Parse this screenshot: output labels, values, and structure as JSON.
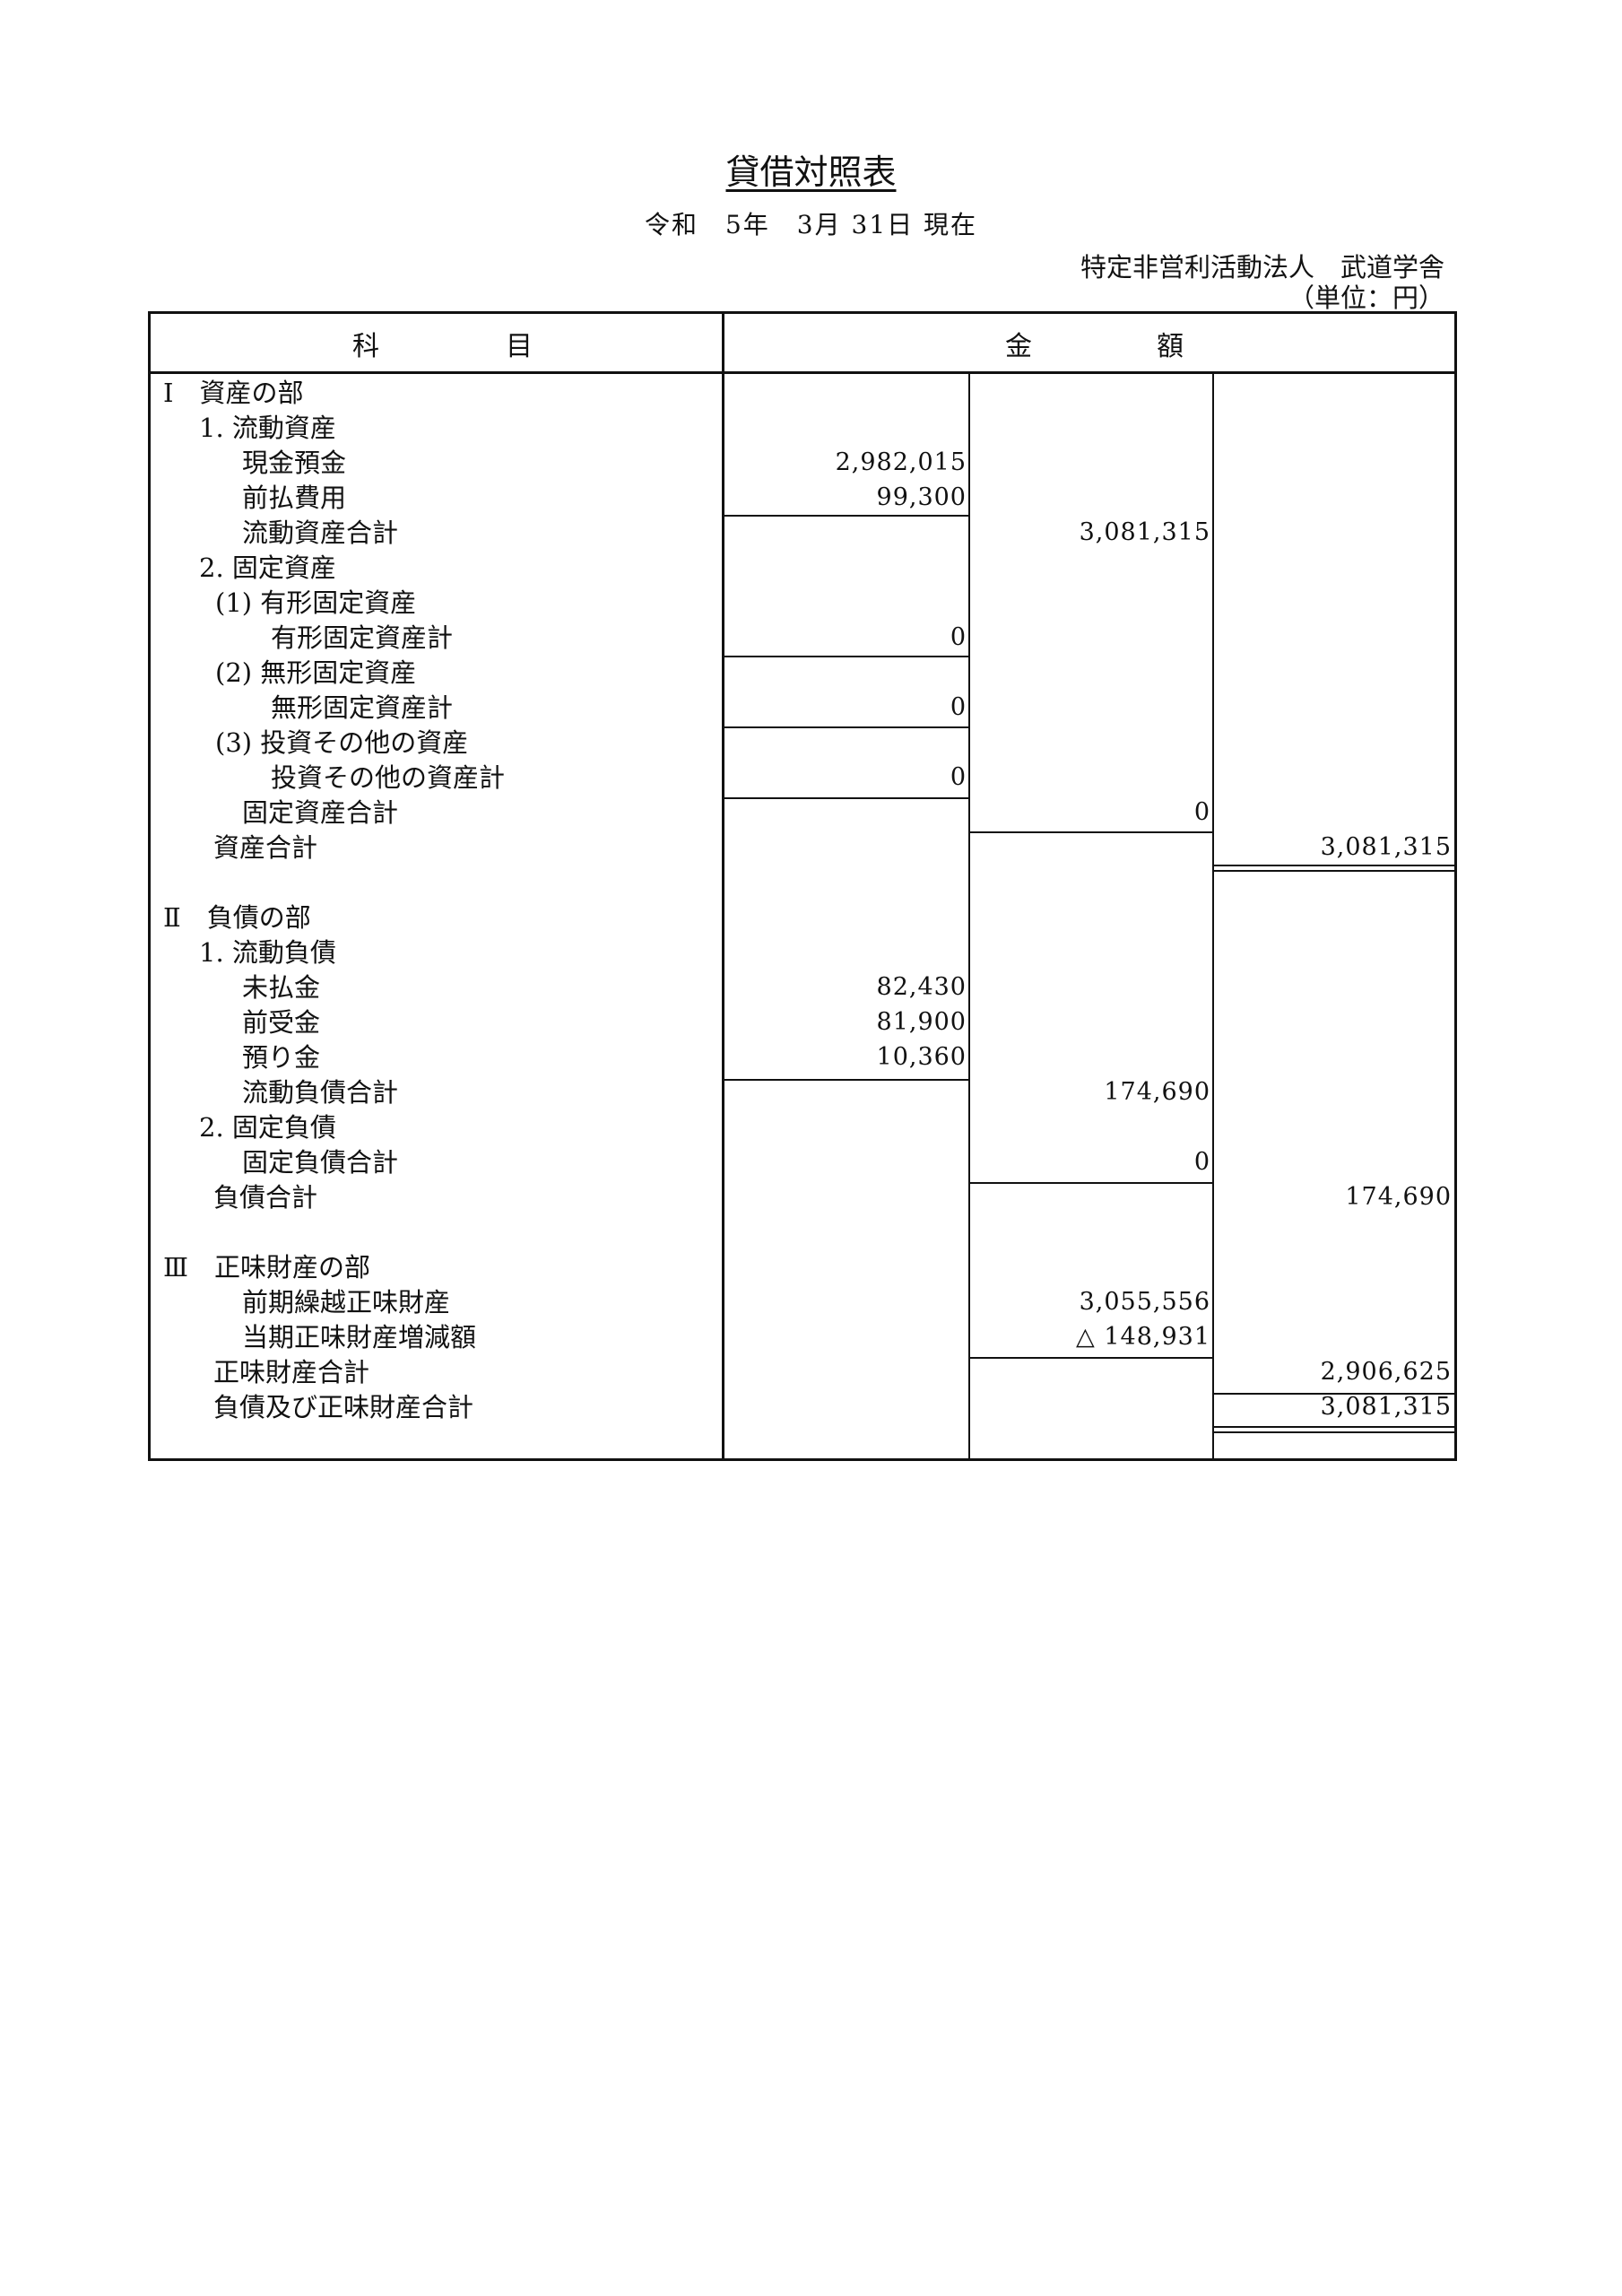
{
  "document": {
    "title": "貸借対照表",
    "date": "令和　5年　3月 31日 現在",
    "organization": "特定非営利活動法人　武道学舎",
    "unit": "（単位：円）"
  },
  "table": {
    "header": {
      "subject_a": "科",
      "subject_b": "目",
      "amount_a": "金",
      "amount_b": "額"
    },
    "rows": [
      {
        "label": "Ⅰ　資産の部"
      },
      {
        "label": "1.  流動資産"
      },
      {
        "label": "現金預金",
        "c1": "2,982,015"
      },
      {
        "label": "前払費用",
        "c1": "99,300"
      },
      {
        "label": "流動資産合計",
        "c2": "3,081,315"
      },
      {
        "label": "2.  固定資産"
      },
      {
        "label": "(1)  有形固定資産"
      },
      {
        "label": "有形固定資産計",
        "c1": "0"
      },
      {
        "label": "(2)  無形固定資産"
      },
      {
        "label": "無形固定資産計",
        "c1": "0"
      },
      {
        "label": "(3)  投資その他の資産"
      },
      {
        "label": "投資その他の資産計",
        "c1": "0"
      },
      {
        "label": "固定資産合計",
        "c2": "0"
      },
      {
        "label": "資産合計",
        "c3": "3,081,315"
      },
      {
        "label": ""
      },
      {
        "label": "Ⅱ　負債の部"
      },
      {
        "label": "1.  流動負債"
      },
      {
        "label": "未払金",
        "c1": "82,430"
      },
      {
        "label": "前受金",
        "c1": "81,900"
      },
      {
        "label": "預り金",
        "c1": "10,360"
      },
      {
        "label": "流動負債合計",
        "c2": "174,690"
      },
      {
        "label": "2.  固定負債"
      },
      {
        "label": "固定負債合計",
        "c2": "0"
      },
      {
        "label": "負債合計",
        "c3": "174,690"
      },
      {
        "label": ""
      },
      {
        "label": "Ⅲ　正味財産の部"
      },
      {
        "label": "前期繰越正味財産",
        "c2": "3,055,556"
      },
      {
        "label": "当期正味財産増減額",
        "c2": "△ 148,931"
      },
      {
        "label": "正味財産合計",
        "c3": "2,906,625"
      },
      {
        "label": "負債及び正味財産合計",
        "c3": "3,081,315"
      }
    ]
  }
}
